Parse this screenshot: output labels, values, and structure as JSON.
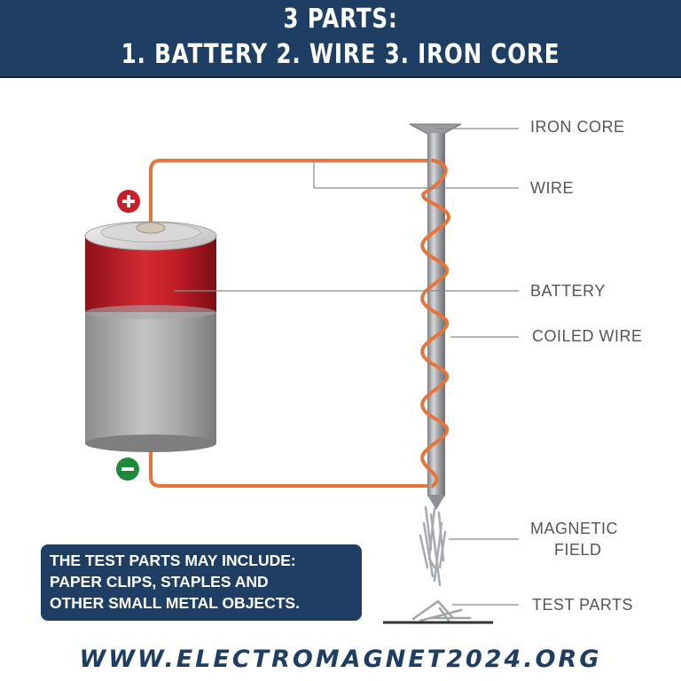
{
  "header": {
    "line1": "3 PARTS:",
    "line2": "1. BATTERY 2. WIRE 3. IRON CORE"
  },
  "labels": {
    "iron_core": "IRON CORE",
    "wire": "WIRE",
    "battery": "BATTERY",
    "coiled_wire": "COILED WIRE",
    "magnetic_field_1": "MAGNETIC",
    "magnetic_field_2": "FIELD",
    "test_parts": "TEST PARTS"
  },
  "terminals": {
    "positive": "+",
    "negative": "−"
  },
  "note": {
    "line1": "THE TEST PARTS MAY INCLUDE:",
    "line2": "PAPER CLIPS, STAPLES AND",
    "line3": "OTHER SMALL METAL OBJECTS."
  },
  "footer": {
    "url": "WWW.ELECTROMAGNET2024.ORG"
  },
  "colors": {
    "banner": "#1e3f63",
    "wire": "#e8743b",
    "battery_top": "#c8202b",
    "battery_body": "#a8a8a8",
    "positive": "#c8202b",
    "negative": "#1d8a3a"
  }
}
